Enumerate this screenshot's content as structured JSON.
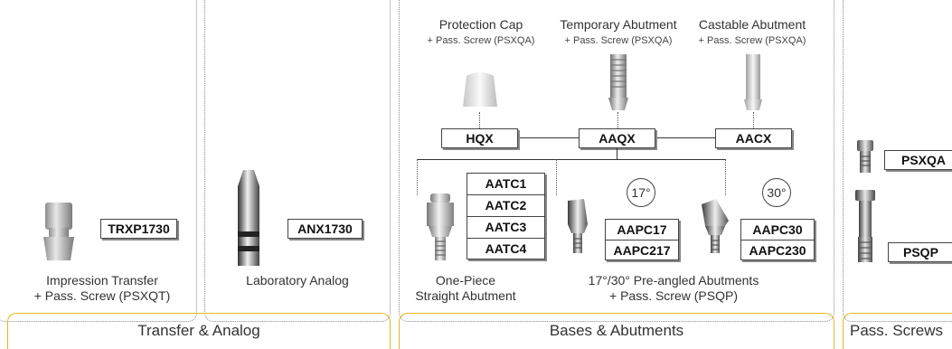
{
  "sections": {
    "transfer": {
      "label": "Transfer & Analog",
      "impression": {
        "code": "TRXP1730",
        "caption_line1": "Impression Transfer",
        "caption_line2": "+ Pass. Screw (PSXQT)"
      },
      "analog": {
        "code": "ANX1730",
        "caption": "Laboratory Analog"
      }
    },
    "bases": {
      "label": "Bases & Abutments",
      "top": [
        {
          "title": "Protection  Cap",
          "sub": "+ Pass. Screw (PSXQA)",
          "code": "HQX"
        },
        {
          "title": "Temporary Abutment",
          "sub": "+ Pass. Screw (PSXQA)",
          "code": "AAQX"
        },
        {
          "title": "Castable Abutment",
          "sub": "+ Pass. Screw (PSXQA)",
          "code": "AACX"
        }
      ],
      "straight": {
        "codes": [
          "AATC1",
          "AATC2",
          "AATC3",
          "AATC4"
        ],
        "caption_line1": "One-Piece",
        "caption_line2": "Straight Abutment"
      },
      "angled17": {
        "angle": "17°",
        "codes": [
          "AAPC17",
          "AAPC217"
        ]
      },
      "angled30": {
        "angle": "30°",
        "codes": [
          "AAPC30",
          "AAPC230"
        ]
      },
      "angled_caption_line1": "17°/30° Pre-angled Abutments",
      "angled_caption_line2": "+ Pass. Screw (PSQP)"
    },
    "screws": {
      "label": "Pass. Screws",
      "items": [
        {
          "code": "PSXQA"
        },
        {
          "code": "PSQP"
        }
      ]
    }
  },
  "colors": {
    "bracket": "#e5b61a",
    "panel_border": "#8a8a8a",
    "metal": "#b8b8b8"
  }
}
